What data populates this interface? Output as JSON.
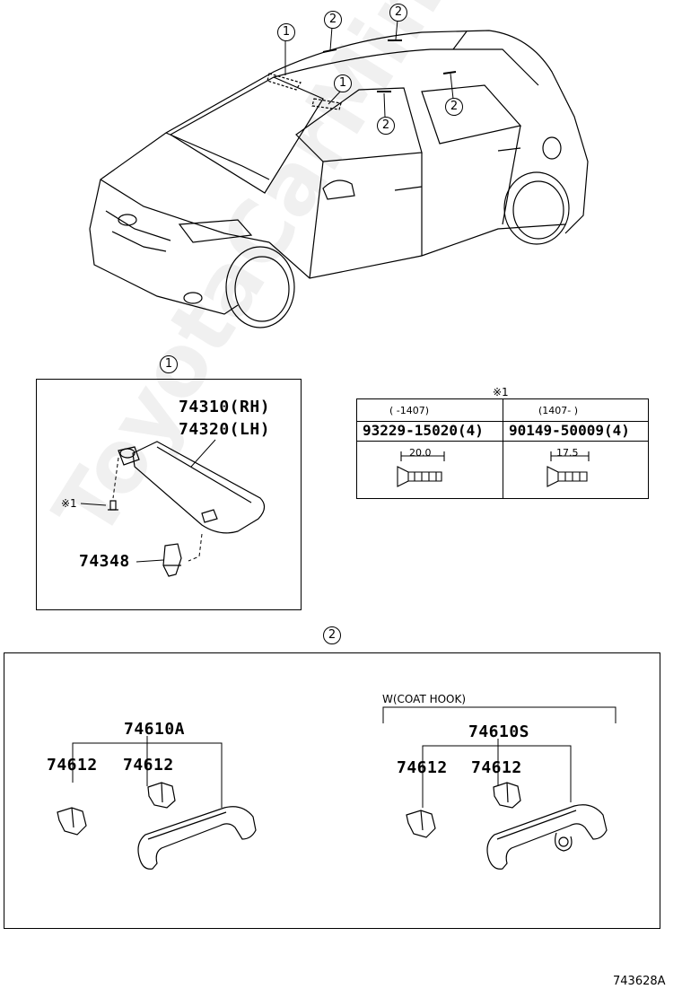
{
  "callouts": {
    "one": "1",
    "two": "2"
  },
  "sunvisor": {
    "pn_rh": "74310(RH)",
    "pn_lh": "74320(LH)",
    "pn_holder": "74348",
    "screw_ref": "※1"
  },
  "screw_table": {
    "ref": "※1",
    "col1_range": "(      -1407)",
    "col2_range": "(1407-       )",
    "col1_pn": "93229-15020(4)",
    "col2_pn": "90149-50009(4)",
    "col1_len": "20.0",
    "col2_len": "17.5"
  },
  "grips": {
    "left_assy": "74610A",
    "left_part_a": "74612",
    "left_part_b": "74612",
    "right_cond": "W(COAT HOOK)",
    "right_assy": "74610S",
    "right_part_a": "74612",
    "right_part_b": "74612"
  },
  "watermark": "ToyotaCarMine.ru",
  "diagram_code": "743628A"
}
